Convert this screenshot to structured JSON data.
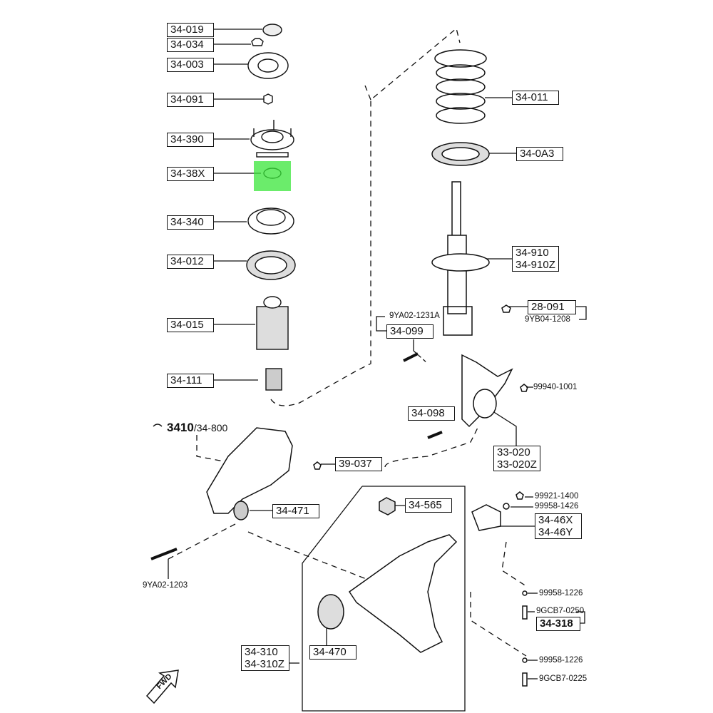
{
  "highlight_color": "#39e639",
  "labels": {
    "p34_019": "34-019",
    "p34_034": "34-034",
    "p34_003": "34-003",
    "p34_091": "34-091",
    "p34_390": "34-390",
    "p34_38X": "34-38X",
    "p34_340": "34-340",
    "p34_012": "34-012",
    "p34_015": "34-015",
    "p34_111": "34-111",
    "p34_011": "34-011",
    "p34_0A3": "34-0A3",
    "p34_910": "34-910",
    "p34_910Z": "34-910Z",
    "p28_091": "28-091",
    "p9YB04_1208": "9YB04-1208",
    "p9YA02_1231A": "9YA02-1231A",
    "p34_099": "34-099",
    "p99940_1001": "99940-1001",
    "p34_098": "34-098",
    "p33_020": "33-020",
    "p33_020Z": "33-020Z",
    "p3410_bold": "3410",
    "p3410_rest": "/34-800",
    "p39_037": "39-037",
    "p34_471": "34-471",
    "p9YA02_1203": "9YA02-1203",
    "p34_565": "34-565",
    "p99921_1400": "99921-1400",
    "p99958_1426": "99958-1426",
    "p34_46X": "34-46X",
    "p34_46Y": "34-46Y",
    "p99958_1226a": "99958-1226",
    "p9GCB7_0250": "9GCB7-0250",
    "p34_318": "34-318",
    "p99958_1226b": "99958-1226",
    "p9GCB7_0225": "9GCB7-0225",
    "p34_310": "34-310",
    "p34_310Z": "34-310Z",
    "p34_470": "34-470",
    "fwd": "FWD"
  }
}
